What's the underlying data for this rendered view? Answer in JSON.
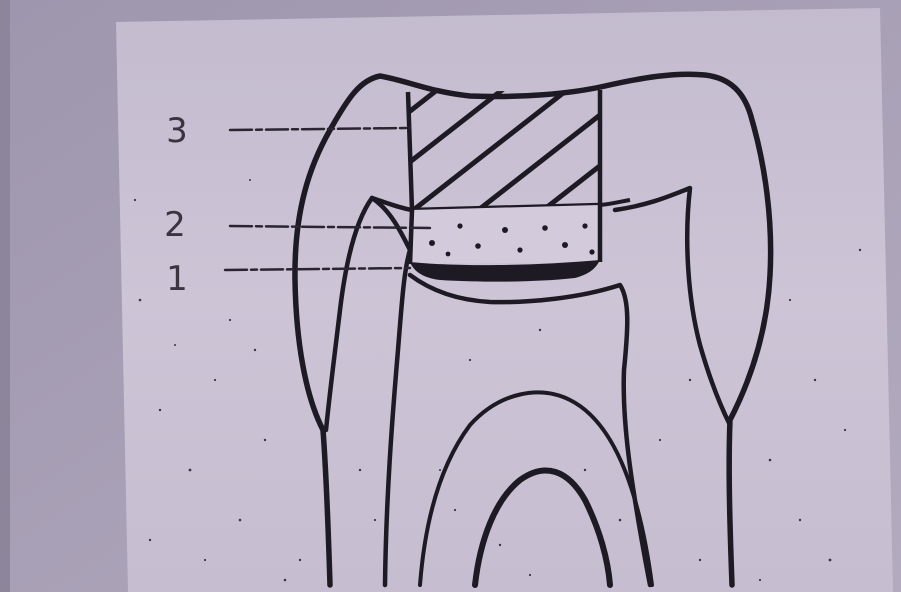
{
  "labels": {
    "layer_3": "3",
    "layer_2": "2",
    "layer_1": "1"
  },
  "colors": {
    "photo_background": "#a79fb5",
    "paper": "#c8bfd2",
    "ink": "#1d1a24"
  }
}
